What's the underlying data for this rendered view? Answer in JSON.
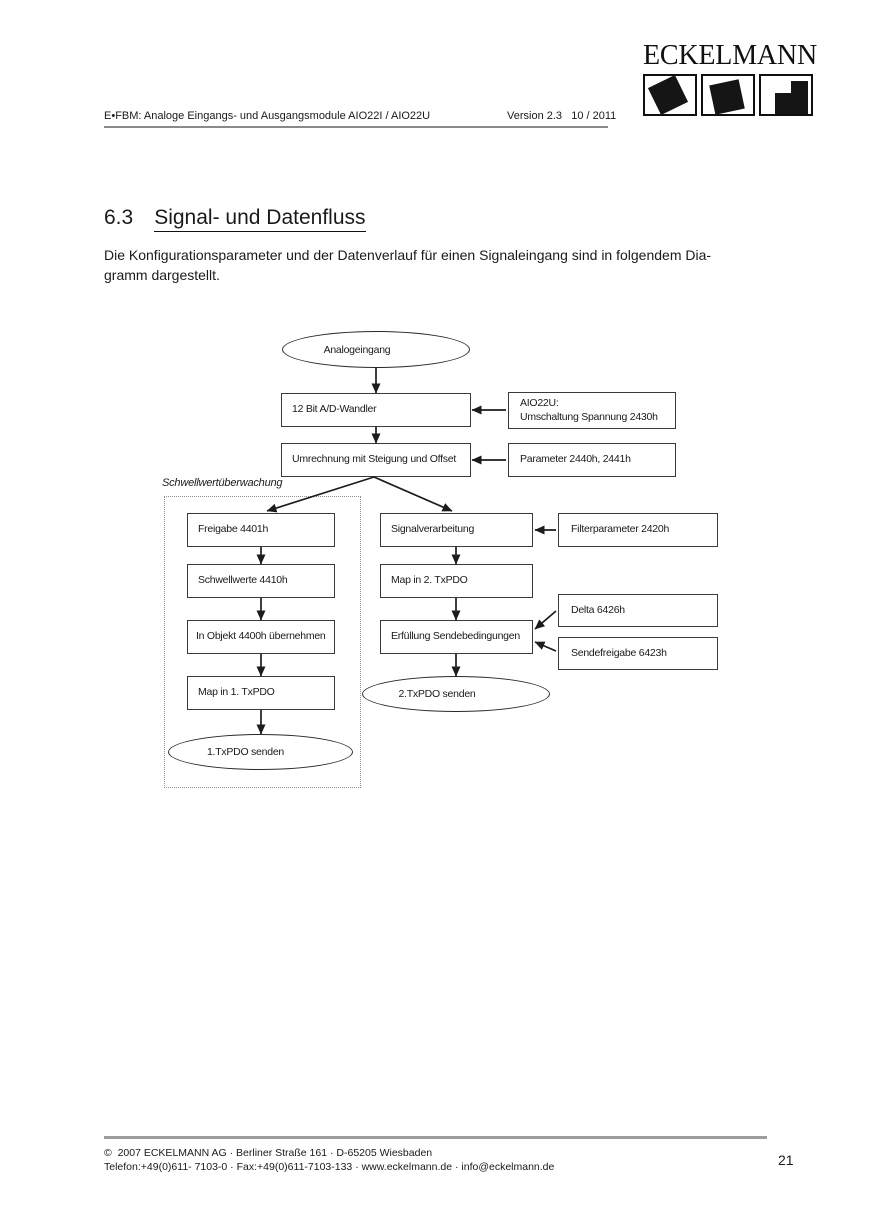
{
  "header": {
    "doc_title": "E•FBM: Analoge Eingangs- und Ausgangsmodule AIO22I / AIO22U",
    "version": "Version 2.3   10 / 2011"
  },
  "logo": {
    "brand": "ECKELMANN"
  },
  "section": {
    "number": "6.3",
    "title": "Signal- und Datenfluss"
  },
  "intro": "Die Konfigurationsparameter und der Datenverlauf für einen Signaleingang sind in folgendem Dia-\ngramm dargestellt.",
  "diagram": {
    "group_label": "Schwellwertüberwachung",
    "nodes": {
      "analogeingang": "Analogeingang",
      "ad_wandler": "12 Bit A/D-Wandler",
      "aio22u": "AIO22U:\nUmschaltung Spannung 2430h",
      "umrechnung": "Umrechnung mit Steigung und Offset",
      "parameter": "Parameter 2440h, 2441h",
      "freigabe": "Freigabe 4401h",
      "schwellwerte": "Schwellwerte 4410h",
      "objekt_uebernehmen": "In Objekt 4400h übernehmen",
      "map_txpdo1": "Map in 1. TxPDO",
      "txpdo1_senden": "1.TxPDO senden",
      "signalverarbeitung": "Signalverarbeitung",
      "filterparameter": "Filterparameter 2420h",
      "map_txpdo2": "Map in 2. TxPDO",
      "delta": "Delta 6426h",
      "erfuellung": "Erfüllung Sendebedingungen",
      "sendefreigabe": "Sendefreigabe 6423h",
      "txpdo2_senden": "2.TxPDO senden"
    }
  },
  "footer": {
    "copyright": "©  2007 ECKELMANN AG · Berliner Straße 161 · D-65205 Wiesbaden",
    "contact": "Telefon:+49(0)611- 7103-0 · Fax:+49(0)611-7103-133 · www.eckelmann.de · info@eckelmann.de",
    "page_number": "21"
  }
}
